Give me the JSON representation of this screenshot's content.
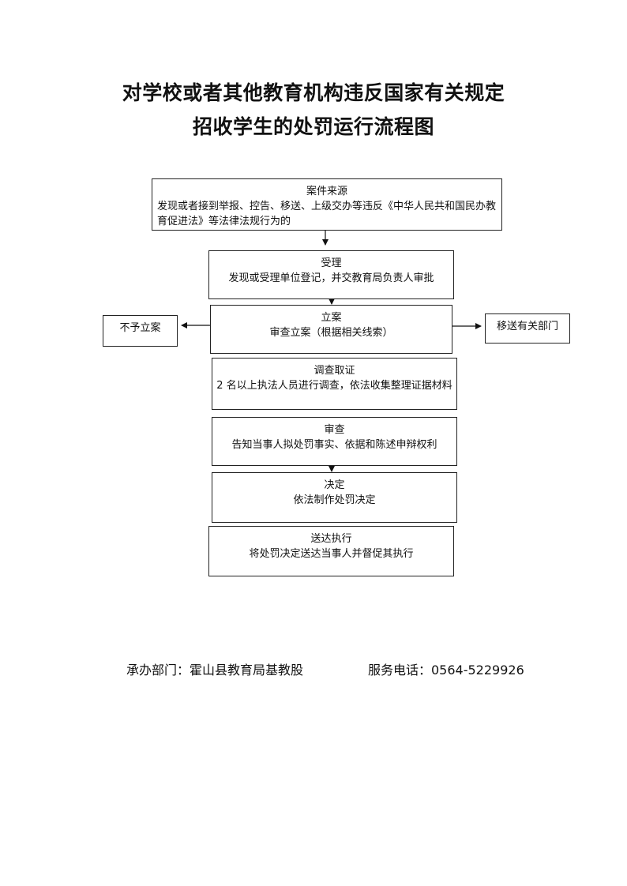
{
  "title": {
    "line1": "对学校或者其他教育机构违反国家有关规定",
    "line2": "招收学生的处罚运行流程图"
  },
  "flow": {
    "source": {
      "heading": "案件来源",
      "body": "发现或者接到举报、控告、移送、上级交办等违反《中华人民共和国民办教育促进法》等法律法规行为的"
    },
    "accept": {
      "heading": "受理",
      "body": "发现或受理单位登记，并交教育局负责人审批"
    },
    "file": {
      "heading": "立案",
      "body": "审查立案（根据相关线索）"
    },
    "investigate": {
      "heading": "调查取证",
      "body": "2 名以上执法人员进行调查，依法收集整理证据材料"
    },
    "review": {
      "heading": "审查",
      "body": "告知当事人拟处罚事实、依据和陈述申辩权利"
    },
    "decide": {
      "heading": "决定",
      "body": "依法制作处罚决定"
    },
    "serve": {
      "heading": "送达执行",
      "body": "将处罚决定送达当事人并督促其执行"
    },
    "reject": {
      "label": "不予立案"
    },
    "transfer": {
      "label": "移送有关部门"
    }
  },
  "footer": {
    "department": "承办部门：霍山县教育局基教股",
    "phone": "服务电话：0564-5229926"
  }
}
